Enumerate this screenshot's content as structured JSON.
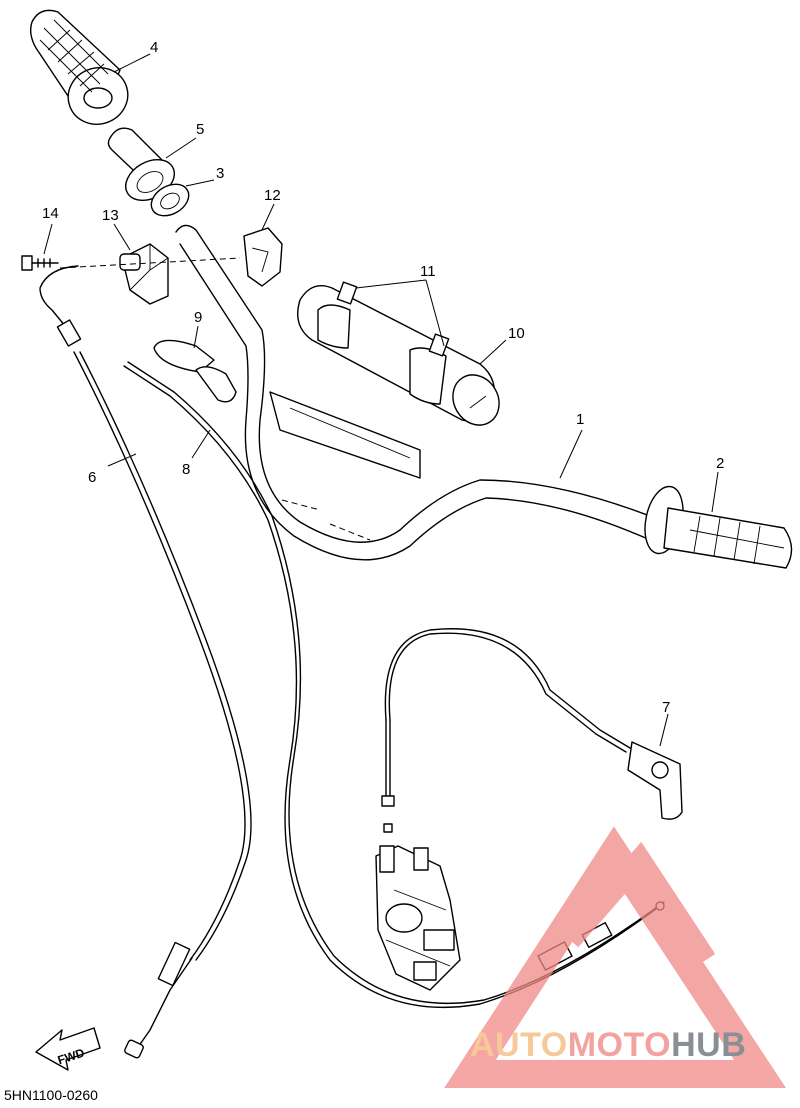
{
  "diagram": {
    "code": "5HN1100-0260",
    "fwd_label": "FWD",
    "callouts": [
      "1",
      "2",
      "3",
      "4",
      "5",
      "6",
      "7",
      "8",
      "9",
      "10",
      "11",
      "12",
      "13",
      "14"
    ]
  },
  "watermark": {
    "brand_part1": "AUTO",
    "brand_part2": "MOTO",
    "brand_part3": "HUB",
    "colors": {
      "part1": "#f6c89a",
      "part2": "#f2a3a1",
      "part3": "#8a8f96",
      "logo": "#f08a86"
    }
  }
}
